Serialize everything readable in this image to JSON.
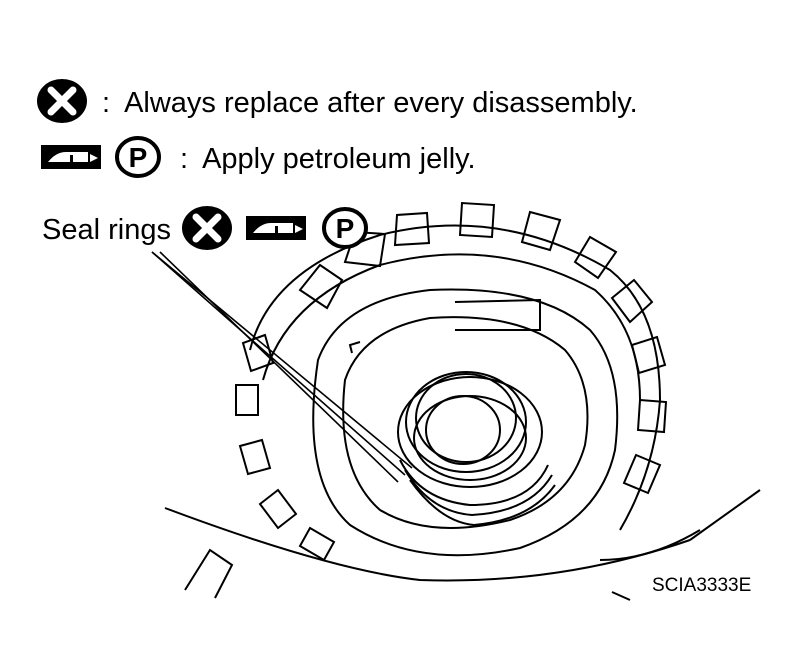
{
  "legend": [
    {
      "icon": "replace-x-icon",
      "separator": ":",
      "text": "Always replace after every disassembly."
    },
    {
      "icons": [
        "petroleum-jelly-tube-icon",
        "petroleum-p-icon"
      ],
      "separator": ":",
      "text": "Apply petroleum jelly."
    }
  ],
  "callout": {
    "label": "Seal rings",
    "icons": [
      "replace-x-icon",
      "petroleum-jelly-tube-icon",
      "petroleum-p-icon"
    ]
  },
  "figure_code": "SCIA3333E",
  "colors": {
    "ink": "#000000",
    "paper": "#ffffff"
  }
}
